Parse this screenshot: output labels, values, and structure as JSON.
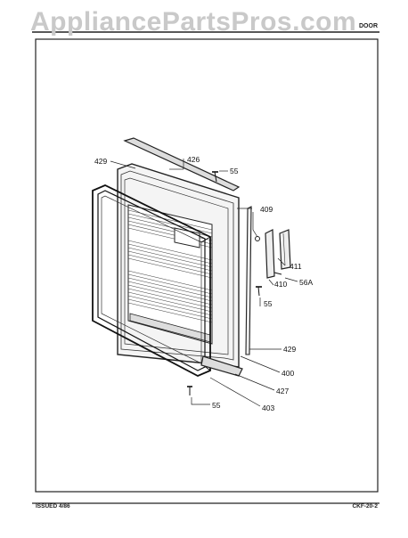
{
  "watermark": "AppliancePartsPros.com",
  "header": {
    "left": "",
    "center": "",
    "right": "DOOR"
  },
  "footer": {
    "issued": "ISSUED 4/86",
    "code": "CKF-20-2"
  },
  "callouts": {
    "c429_top": "429",
    "c426": "426",
    "c55_top": "55",
    "c409": "409",
    "c411": "411",
    "c410": "410",
    "c56a": "56A",
    "c55_mid": "55",
    "c429_right": "429",
    "c400": "400",
    "c427": "427",
    "c55_bottom": "55",
    "c403": "403"
  }
}
